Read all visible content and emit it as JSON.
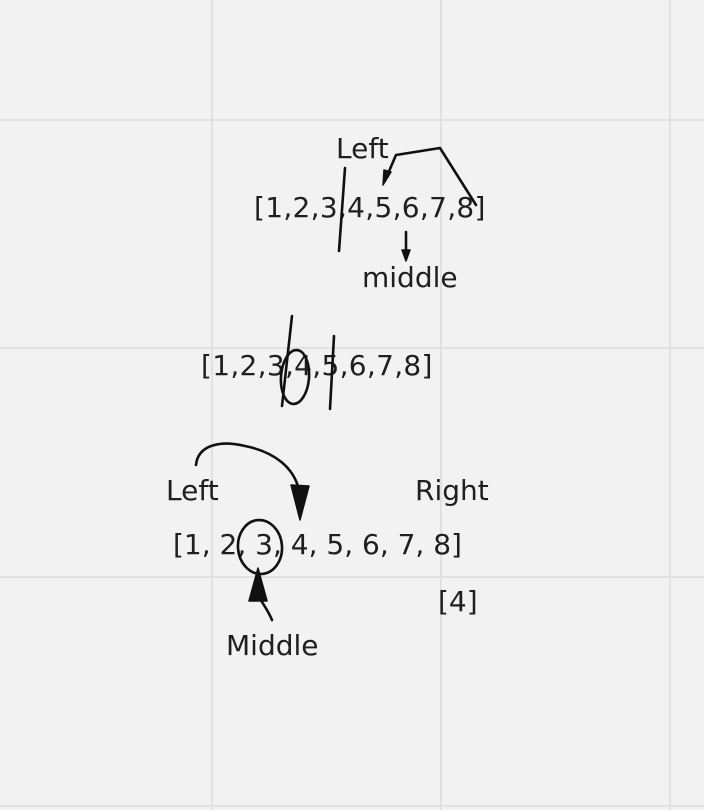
{
  "background_color": "#f2f2f2",
  "grid_color": "#e1e1e1",
  "ink_color": "#111111",
  "diagram_1": {
    "left_label": "Left",
    "array": "[1,2,3,4,5,6,7,8]",
    "middle_label": "middle"
  },
  "diagram_2": {
    "array": "[1,2,3,4,5,6,7,8]"
  },
  "diagram_3": {
    "left_label": "Left",
    "right_label": "Right",
    "array": "[1, 2, 3, 4, 5, 6, 7, 8]",
    "result": "[4]",
    "middle_label": "Middle"
  }
}
